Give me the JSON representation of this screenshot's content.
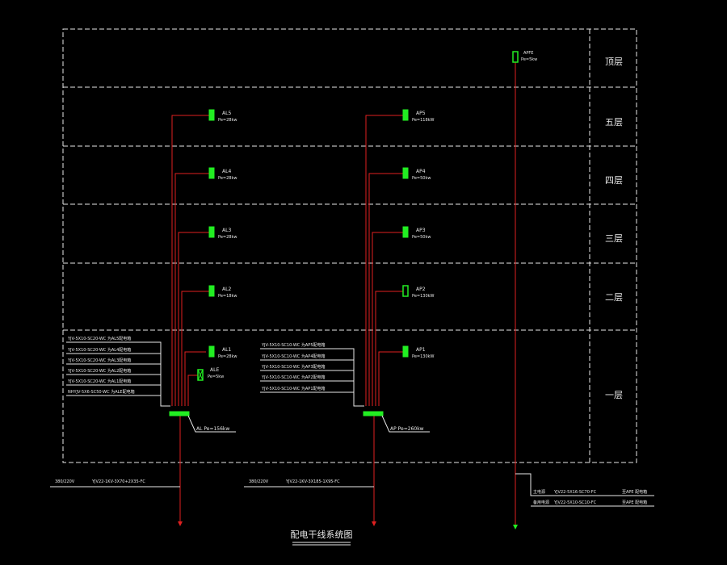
{
  "title": "配电干线系统图",
  "floors": [
    "顶层",
    "五层",
    "四层",
    "三层",
    "二层",
    "一层"
  ],
  "col_a": {
    "boxes": [
      {
        "name": "AL5",
        "power": "Pe=28kw"
      },
      {
        "name": "AL4",
        "power": "Pe=28kw"
      },
      {
        "name": "AL3",
        "power": "Pe=28kw"
      },
      {
        "name": "AL2",
        "power": "Pe=18kw"
      },
      {
        "name": "AL1",
        "power": "Pe=28kw"
      }
    ],
    "extra_box": {
      "name": "ALE",
      "power": "Pe=5kw"
    },
    "cables": [
      "YJV-5X10-SC20-WC 为AL5配电箱",
      "YJV-5X10-SC20-WC 为AL4配电箱",
      "YJV-5X10-SC20-WC 为AL3配电箱",
      "YJV-5X10-SC20-WC 为AL2配电箱",
      "YJV-5X10-SC20-WC 为AL1配电箱",
      "NHYJV-5X6-SC50-WC 为ALE配电箱"
    ],
    "main_label": "AL Pe=156kw",
    "supply": "380/220V",
    "supply_cable": "YJV22-1KV-3X70+2X35-FC"
  },
  "col_b": {
    "boxes": [
      {
        "name": "AP5",
        "power": "Pe=118kW"
      },
      {
        "name": "AP4",
        "power": "Pe=50kw"
      },
      {
        "name": "AP3",
        "power": "Pe=50kw"
      },
      {
        "name": "AP2",
        "power": "Pe=130kW"
      },
      {
        "name": "AP1",
        "power": "Pe=130kW"
      }
    ],
    "cables": [
      "YJV-5X10-SC10-WC 为AP5配电箱",
      "YJV-5X10-SC10-WC 为AP4配电箱",
      "YJV-5X10-SC10-WC 为AP3配电箱",
      "YJV-5X10-SC10-WC 为AP2配电箱",
      "YJV-5X10-SC10-WC 为AP1配电箱"
    ],
    "main_label": "AP Pe=260kw",
    "supply": "380/220V",
    "supply_cable": "YJV22-1KV-3X185-1X95-FC"
  },
  "col_c": {
    "box": {
      "name": "APFE",
      "power": "Pe=5kw"
    },
    "main_feed": "主电源",
    "main_cable": "YJV22-5X16-SC70-FC",
    "main_dest": "至APE 配电箱",
    "backup_feed": "备用电源",
    "backup_cable": "YJV22-5X10-SC10-FC",
    "backup_dest": "至APE 配电箱"
  },
  "colors": {
    "feed": "#e02020",
    "box": "#22ee22",
    "line": "#e8e8e8"
  }
}
